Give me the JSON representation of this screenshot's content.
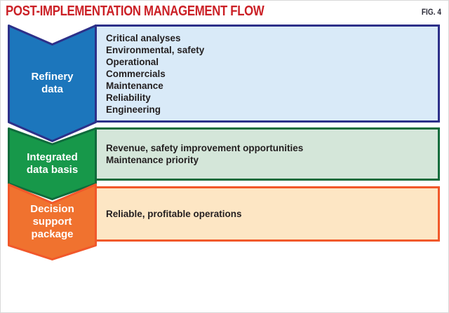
{
  "figure": {
    "title": "POST-IMPLEMENTATION MANAGEMENT FLOW",
    "fig_label": "FIG. 4"
  },
  "colors": {
    "title_red": "#cb2026",
    "text_dark": "#231f20",
    "blue_chevron_fill": "#1c76bc",
    "blue_border": "#2d3089",
    "blue_box_fill": "#d9eaf8",
    "green_chevron_fill": "#17984a",
    "green_border": "#156c3c",
    "green_box_fill": "#d4e6d9",
    "orange_chevron_fill": "#f0722f",
    "orange_border": "#f1582a",
    "orange_box_fill": "#fde6c4",
    "background": "#ffffff"
  },
  "steps": [
    {
      "name": "Refinery data",
      "label_lines": [
        "Refinery",
        "data"
      ],
      "items": [
        "Critical analyses",
        "Environmental, safety",
        "Operational",
        "Commercials",
        "Maintenance",
        "Reliability",
        "Engineering"
      ]
    },
    {
      "name": "Integrated data basis",
      "label_lines": [
        "Integrated",
        "data basis"
      ],
      "items": [
        "Revenue, safety improvement opportunities",
        "Maintenance priority"
      ]
    },
    {
      "name": "Decision support package",
      "label_lines": [
        "Decision",
        "support",
        "package"
      ],
      "items": [
        "Reliable, profitable operations"
      ]
    }
  ]
}
